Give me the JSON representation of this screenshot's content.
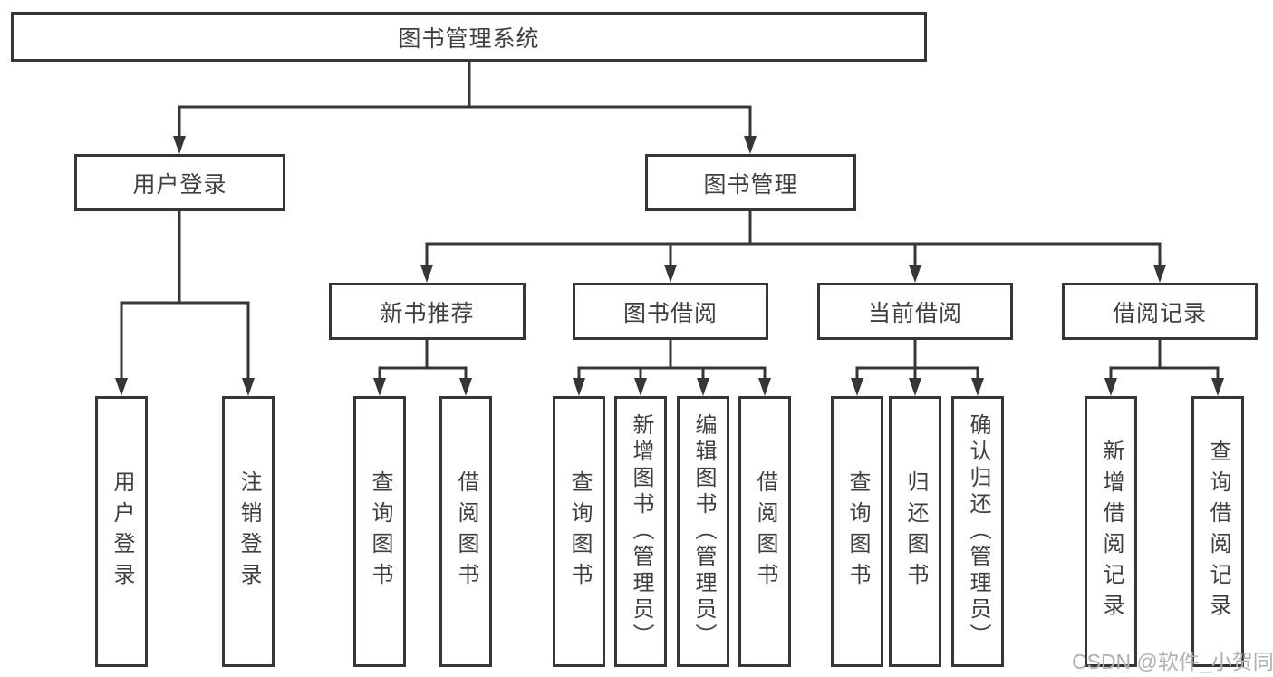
{
  "diagram": {
    "root": {
      "label": "图书管理系统"
    },
    "level2": [
      {
        "label": "用户登录",
        "parent": "图书管理系统"
      },
      {
        "label": "图书管理",
        "parent": "图书管理系统"
      }
    ],
    "level3": [
      {
        "label": "新书推荐",
        "parent": "图书管理"
      },
      {
        "label": "图书借阅",
        "parent": "图书管理"
      },
      {
        "label": "当前借阅",
        "parent": "图书管理"
      },
      {
        "label": "借阅记录",
        "parent": "图书管理"
      }
    ],
    "leaves": [
      {
        "label": "用户登录",
        "parent": "用户登录"
      },
      {
        "label": "注销登录",
        "parent": "用户登录"
      },
      {
        "label": "查询图书",
        "parent": "新书推荐"
      },
      {
        "label": "借阅图书",
        "parent": "新书推荐"
      },
      {
        "label": "查询图书",
        "parent": "图书借阅"
      },
      {
        "label": "新增图书（管理员）",
        "parent": "图书借阅"
      },
      {
        "label": "编辑图书（管理员）",
        "parent": "图书借阅"
      },
      {
        "label": "借阅图书",
        "parent": "图书借阅"
      },
      {
        "label": "查询图书",
        "parent": "当前借阅"
      },
      {
        "label": "归还图书",
        "parent": "当前借阅"
      },
      {
        "label": "确认归还（管理员）",
        "parent": "当前借阅"
      },
      {
        "label": "新增借阅记录",
        "parent": "借阅记录"
      },
      {
        "label": "查询借阅记录",
        "parent": "借阅记录"
      }
    ]
  },
  "watermark": {
    "text": "CSDN @软件_小贺同学",
    "color": "#b0b0b0"
  },
  "colors": {
    "line": "#363636",
    "text": "#3f3f3f",
    "background": "#ffffff"
  }
}
